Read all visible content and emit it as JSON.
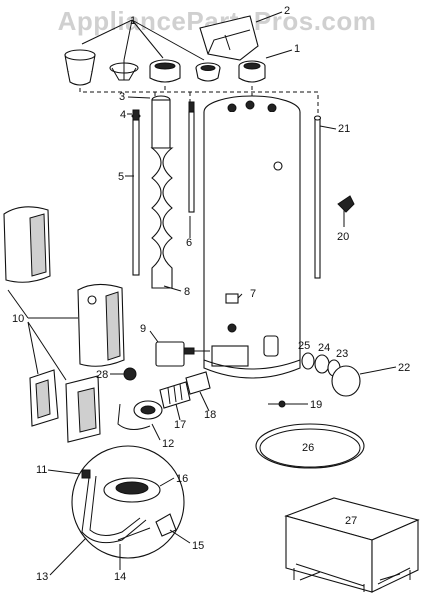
{
  "watermark": "AppliancePartsPros.com",
  "callouts": [
    "1",
    "1",
    "2",
    "3",
    "4",
    "5",
    "6",
    "7",
    "8",
    "9",
    "10",
    "11",
    "12",
    "13",
    "14",
    "15",
    "16",
    "17",
    "18",
    "19",
    "20",
    "21",
    "22",
    "23",
    "24",
    "25",
    "26",
    "27",
    "28"
  ]
}
